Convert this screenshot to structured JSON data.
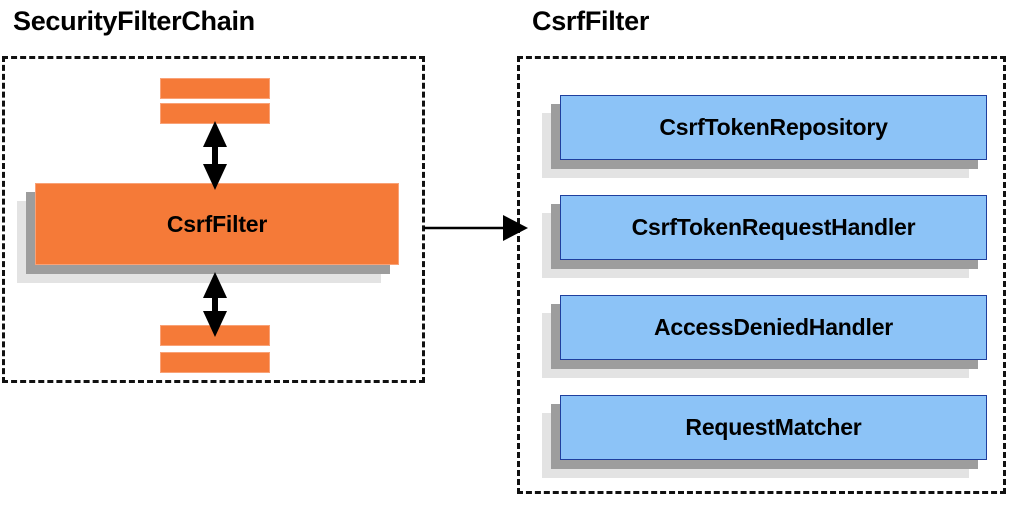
{
  "diagram": {
    "type": "component-relationship",
    "background": "#ffffff",
    "palette": {
      "orange_fill": "#f57a38",
      "orange_border": "#f9a277",
      "blue_fill": "#8cc3f7",
      "blue_border": "#1f3f9e",
      "shadow_near": "#9d9d9d",
      "shadow_far": "#e3e3e3",
      "stroke": "#111111",
      "text": "#000000"
    }
  },
  "left_panel": {
    "title": "SecurityFilterChain",
    "border_style": "dashed",
    "focus_node": {
      "label": "CsrfFilter"
    },
    "filters_above": [
      {
        "label": ""
      },
      {
        "label": ""
      }
    ],
    "filters_below": [
      {
        "label": ""
      },
      {
        "label": ""
      }
    ],
    "connector_up": {
      "kind": "double-arrow",
      "direction": "vertical"
    },
    "connector_down": {
      "kind": "double-arrow",
      "direction": "vertical"
    }
  },
  "link": {
    "kind": "arrow",
    "direction": "left-to-right",
    "from": "SecurityFilterChain.CsrfFilter",
    "to": "CsrfFilter"
  },
  "right_panel": {
    "title": "CsrfFilter",
    "border_style": "dashed",
    "collaborators": [
      {
        "label": "CsrfTokenRepository"
      },
      {
        "label": "CsrfTokenRequestHandler"
      },
      {
        "label": "AccessDeniedHandler"
      },
      {
        "label": "RequestMatcher"
      }
    ]
  }
}
